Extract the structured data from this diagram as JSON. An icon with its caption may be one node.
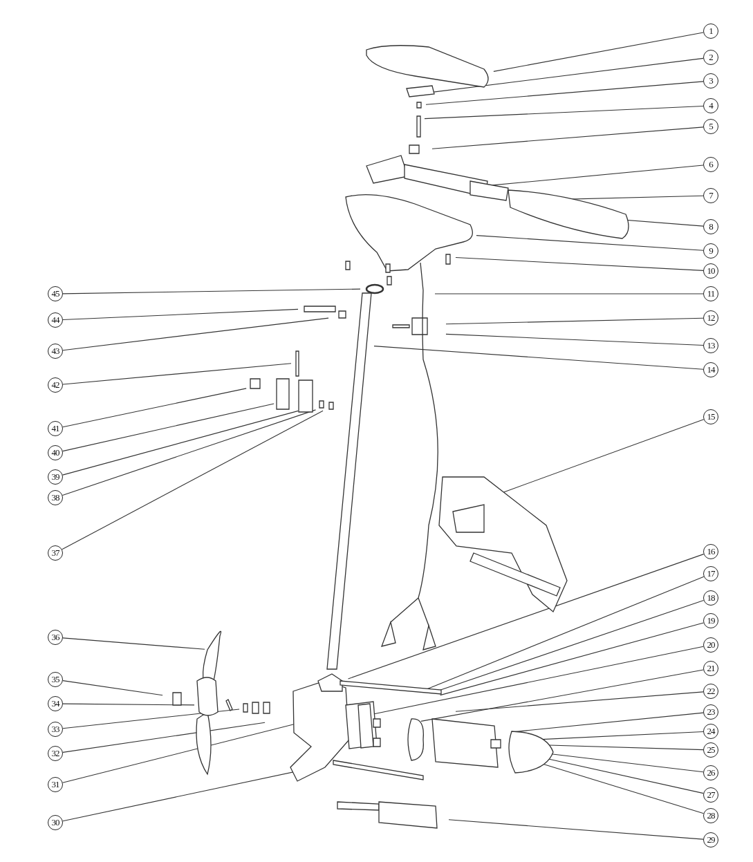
{
  "diagram": {
    "nodes": [
      {
        "text": [
          "1"
        ]
      },
      {
        "text": [
          "2"
        ]
      },
      {
        "text": [
          "3"
        ]
      },
      {
        "text": [
          "4"
        ]
      },
      {
        "text": [
          "5"
        ]
      },
      {
        "text": [
          "6"
        ]
      },
      {
        "text": [
          "7"
        ]
      },
      {
        "text": [
          "8"
        ]
      },
      {
        "text": [
          "9"
        ]
      },
      {
        "text": [
          "10"
        ]
      },
      {
        "text": [
          "11"
        ]
      },
      {
        "text": [
          "12"
        ]
      },
      {
        "text": [
          "13"
        ]
      },
      {
        "text": [
          "14"
        ]
      },
      {
        "text": [
          "15"
        ]
      },
      {
        "text": [
          "16"
        ]
      },
      {
        "text": [
          "17"
        ]
      },
      {
        "text": [
          "18"
        ]
      },
      {
        "text": [
          "19"
        ]
      },
      {
        "text": [
          "20"
        ]
      },
      {
        "text": [
          "21"
        ]
      },
      {
        "text": [
          "22"
        ]
      },
      {
        "text": [
          "23"
        ]
      },
      {
        "text": [
          "24"
        ]
      },
      {
        "text": [
          "25"
        ]
      },
      {
        "text": [
          "26"
        ]
      },
      {
        "text": [
          "27"
        ]
      },
      {
        "text": [
          "28"
        ]
      },
      {
        "text": [
          "29"
        ]
      },
      {
        "text": [
          "30"
        ]
      },
      {
        "text": [
          "31"
        ]
      },
      {
        "text": [
          "32"
        ]
      },
      {
        "text": [
          "33"
        ]
      },
      {
        "text": [
          "34"
        ]
      },
      {
        "text": [
          "35"
        ]
      },
      {
        "text": [
          "36"
        ]
      },
      {
        "text": [
          "37"
        ]
      },
      {
        "text": [
          "38"
        ]
      },
      {
        "text": [
          "39"
        ]
      },
      {
        "text": [
          "40"
        ]
      },
      {
        "text": [
          "41"
        ]
      },
      {
        "text": [
          "42"
        ]
      },
      {
        "text": [
          "43"
        ]
      },
      {
        "text": [
          "44"
        ]
      },
      {
        "text": [
          "45"
        ]
      }
    ],
    "edges": [
      {
        "from": 0,
        "to": null,
        "arrow": "none"
      },
      {
        "from": 1,
        "to": null,
        "arrow": "none"
      },
      {
        "from": 2,
        "to": null,
        "arrow": "none"
      },
      {
        "from": 3,
        "to": null,
        "arrow": "none"
      },
      {
        "from": 4,
        "to": null,
        "arrow": "none"
      },
      {
        "from": 5,
        "to": null,
        "arrow": "none"
      },
      {
        "from": 6,
        "to": null,
        "arrow": "none"
      },
      {
        "from": 7,
        "to": null,
        "arrow": "none"
      },
      {
        "from": 8,
        "to": null,
        "arrow": "none"
      },
      {
        "from": 9,
        "to": null,
        "arrow": "none"
      },
      {
        "from": 10,
        "to": null,
        "arrow": "none"
      },
      {
        "from": 11,
        "to": null,
        "arrow": "none"
      },
      {
        "from": 12,
        "to": null,
        "arrow": "none"
      },
      {
        "from": 13,
        "to": null,
        "arrow": "none"
      },
      {
        "from": 14,
        "to": null,
        "arrow": "none"
      },
      {
        "from": 15,
        "to": null,
        "arrow": "none"
      },
      {
        "from": 16,
        "to": null,
        "arrow": "none"
      },
      {
        "from": 17,
        "to": null,
        "arrow": "none"
      },
      {
        "from": 18,
        "to": null,
        "arrow": "none"
      },
      {
        "from": 19,
        "to": null,
        "arrow": "none"
      },
      {
        "from": 20,
        "to": null,
        "arrow": "none"
      },
      {
        "from": 21,
        "to": null,
        "arrow": "none"
      },
      {
        "from": 22,
        "to": null,
        "arrow": "none"
      },
      {
        "from": 23,
        "to": null,
        "arrow": "none"
      },
      {
        "from": 24,
        "to": null,
        "arrow": "none"
      },
      {
        "from": 25,
        "to": null,
        "arrow": "none"
      },
      {
        "from": 26,
        "to": null,
        "arrow": "none"
      },
      {
        "from": 27,
        "to": null,
        "arrow": "none"
      },
      {
        "from": 28,
        "to": null,
        "arrow": "none"
      },
      {
        "from": 29,
        "to": null,
        "arrow": "none"
      },
      {
        "from": 30,
        "to": null,
        "arrow": "none"
      },
      {
        "from": 31,
        "to": null,
        "arrow": "none"
      },
      {
        "from": 32,
        "to": null,
        "arrow": "none"
      },
      {
        "from": 33,
        "to": null,
        "arrow": "none"
      },
      {
        "from": 34,
        "to": null,
        "arrow": "none"
      },
      {
        "from": 35,
        "to": null,
        "arrow": "none"
      },
      {
        "from": 36,
        "to": null,
        "arrow": "none"
      },
      {
        "from": 37,
        "to": null,
        "arrow": "none"
      },
      {
        "from": 38,
        "to": null,
        "arrow": "none"
      },
      {
        "from": 39,
        "to": null,
        "arrow": "none"
      },
      {
        "from": 40,
        "to": null,
        "arrow": "none"
      },
      {
        "from": 41,
        "to": null,
        "arrow": "none"
      },
      {
        "from": 42,
        "to": null,
        "arrow": "none"
      },
      {
        "from": 43,
        "to": null,
        "arrow": "none"
      },
      {
        "from": 44,
        "to": null,
        "arrow": "none"
      }
    ]
  }
}
